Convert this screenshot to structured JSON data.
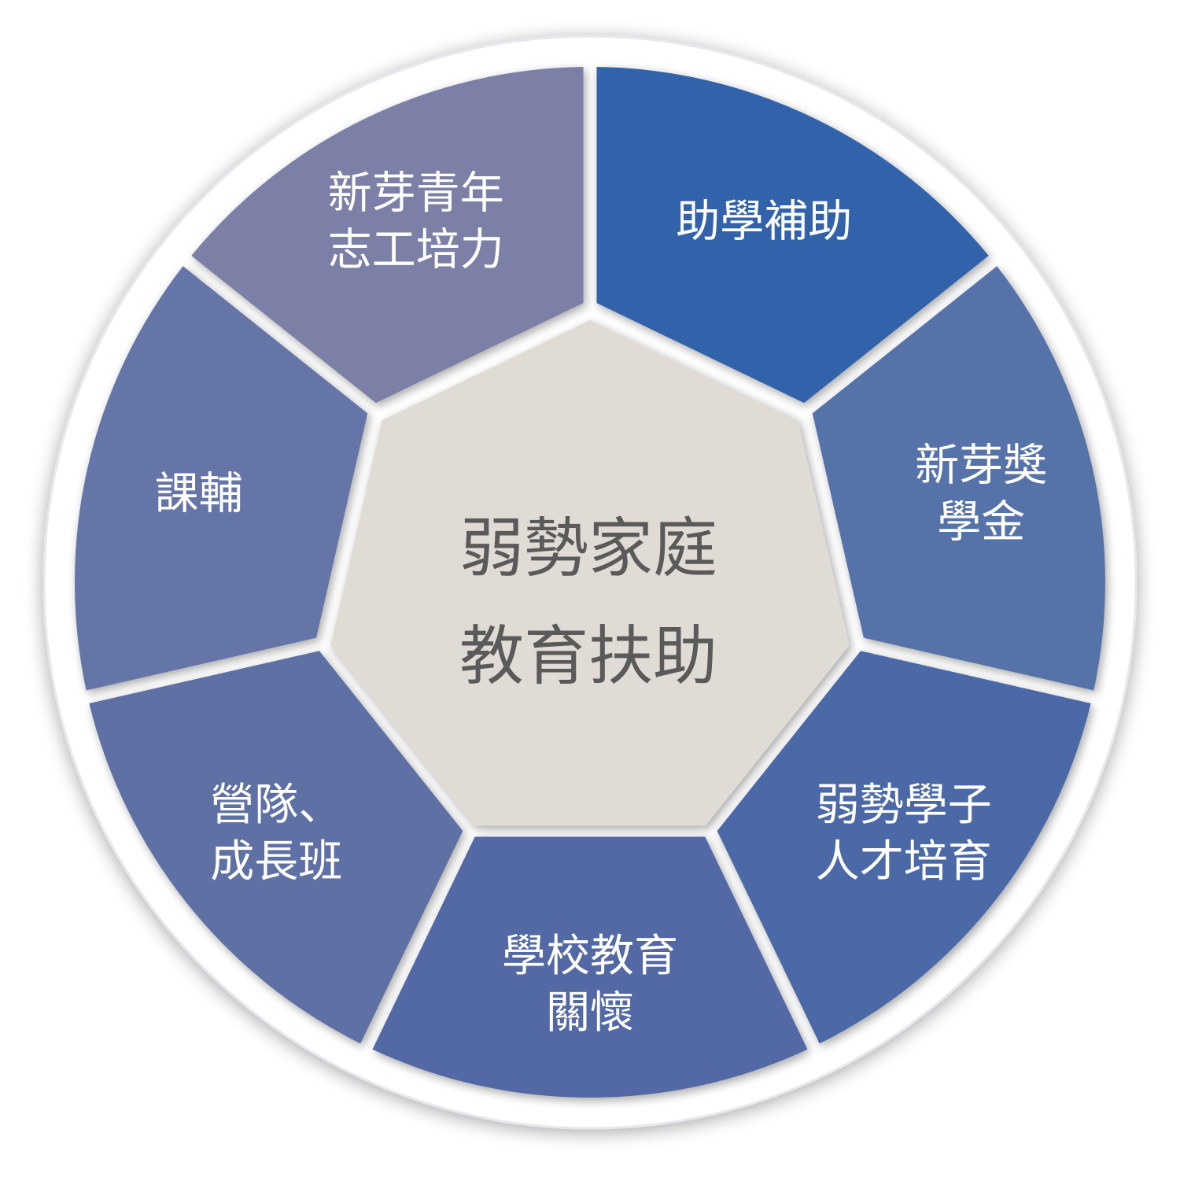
{
  "center": {
    "lines": [
      "弱勢家庭",
      "教育扶助"
    ],
    "fill": "#e0dbd5",
    "text_color": "#5a5a5a"
  },
  "segments": [
    {
      "id": "scholarship-aid",
      "lines": [
        "助學補助"
      ],
      "fill": "#3162aa"
    },
    {
      "id": "sprout-scholarship",
      "lines": [
        "新芽獎",
        "學金"
      ],
      "fill": "#5473a8"
    },
    {
      "id": "talent-cultivation",
      "lines": [
        "弱勢學子",
        "人才培育"
      ],
      "fill": "#4b68a7"
    },
    {
      "id": "school-care",
      "lines": [
        "學校教育",
        "關懷"
      ],
      "fill": "#5369a5"
    },
    {
      "id": "camps-classes",
      "lines": [
        "營隊、",
        "成長班"
      ],
      "fill": "#5f6fa5"
    },
    {
      "id": "tutoring",
      "lines": [
        "課輔"
      ],
      "fill": "#6574a7"
    },
    {
      "id": "youth-volunteer",
      "lines": [
        "新芽青年",
        "志工培力"
      ],
      "fill": "#7c80a6"
    }
  ],
  "ring": {
    "fill": "#ffffff",
    "edge": "#e7e8ee"
  }
}
